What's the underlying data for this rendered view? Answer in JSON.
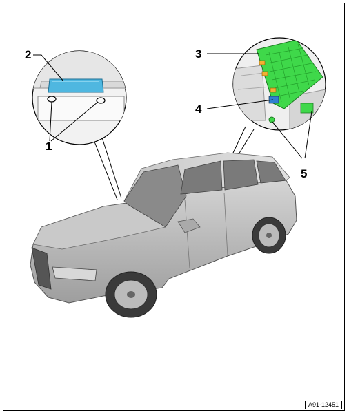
{
  "callouts": {
    "c1": "1",
    "c2": "2",
    "c3": "3",
    "c4": "4",
    "c5": "5"
  },
  "figure_code": "A91-12451",
  "colors": {
    "component_blue": "#4fb7e0",
    "module_green": "#3fd84a",
    "car_grey": "#bdbdbd",
    "outline": "#000000"
  }
}
